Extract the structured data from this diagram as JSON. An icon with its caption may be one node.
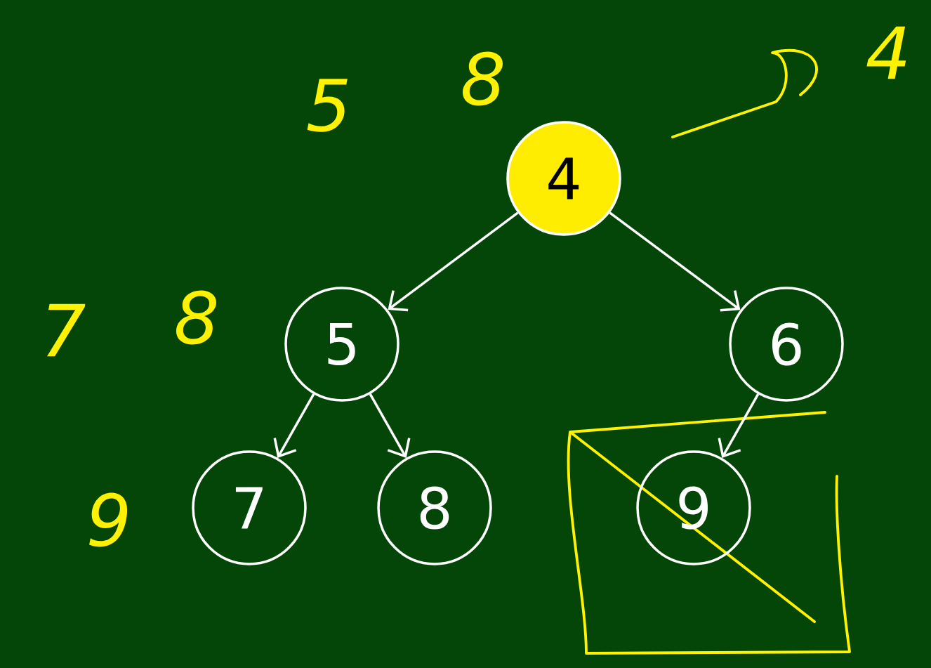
{
  "diagram": {
    "nodes": [
      {
        "text": [
          "4"
        ]
      },
      {
        "text": [
          "5"
        ]
      },
      {
        "text": [
          "6"
        ]
      },
      {
        "text": [
          "7"
        ]
      },
      {
        "text": [
          "8"
        ]
      },
      {
        "text": [
          "9"
        ]
      }
    ],
    "edges": [
      {
        "from": 0,
        "to": 1,
        "arrow": "to"
      },
      {
        "from": 0,
        "to": 2,
        "arrow": "to"
      },
      {
        "from": 1,
        "to": 3,
        "arrow": "to"
      },
      {
        "from": 1,
        "to": 4,
        "arrow": "to"
      },
      {
        "from": 2,
        "to": 5,
        "arrow": "to"
      }
    ],
    "labels": [
      "5",
      "8",
      "4",
      "7",
      "8",
      "9"
    ]
  }
}
